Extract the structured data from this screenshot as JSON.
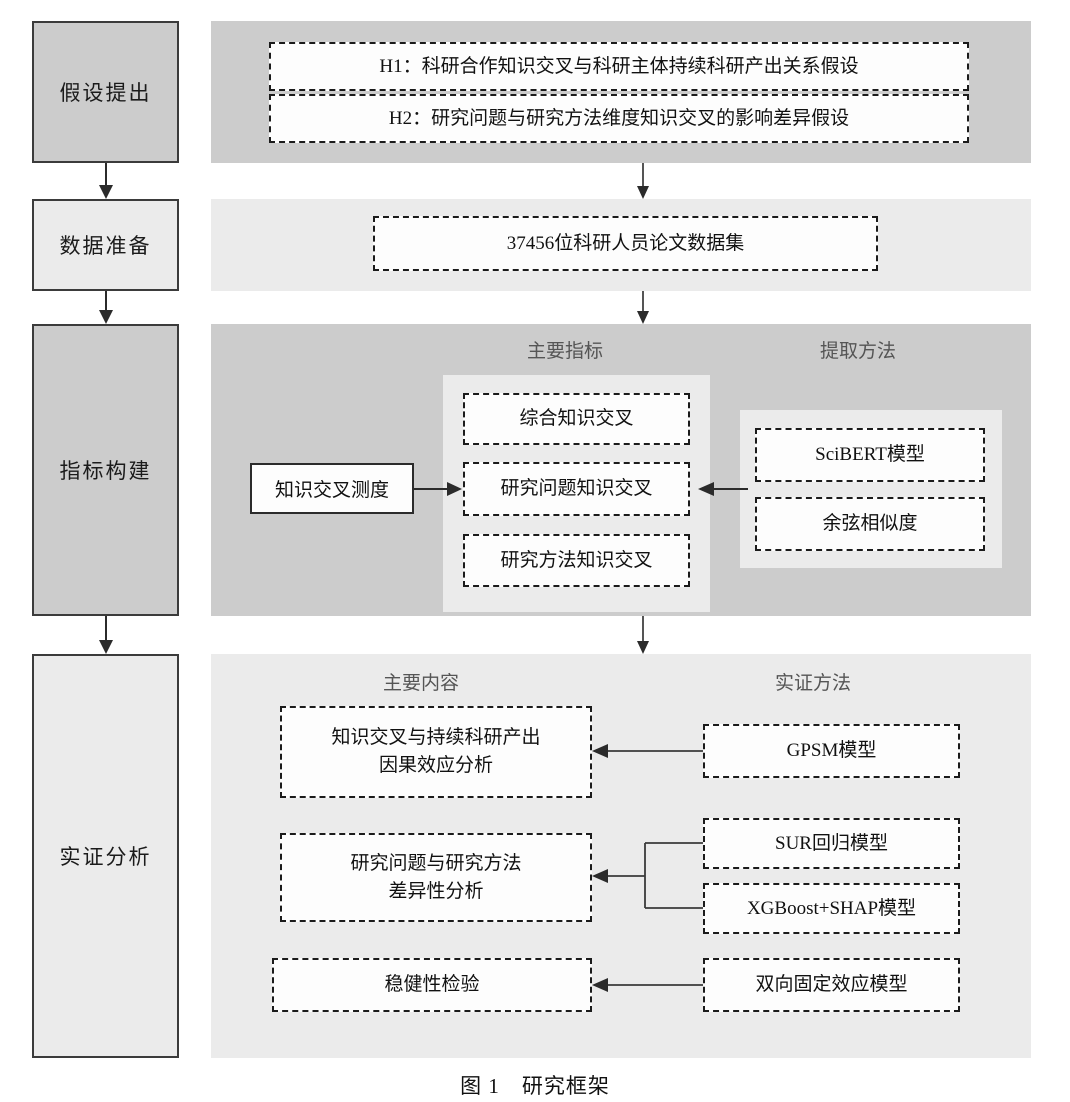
{
  "figure": {
    "caption": "图 1　研究框架"
  },
  "stages": [
    {
      "label": "假设提出"
    },
    {
      "label": "数据准备"
    },
    {
      "label": "指标构建"
    },
    {
      "label": "实证分析"
    }
  ],
  "hypotheses": {
    "items": [
      {
        "label": "H1：科研合作知识交叉与科研主体持续科研产出关系假设"
      },
      {
        "label": "H2：研究问题与研究方法维度知识交叉的影响差异假设"
      }
    ]
  },
  "data_preparation": {
    "dataset": "37456位科研人员论文数据集"
  },
  "indicator_construction": {
    "headers": {
      "main_indicators": "主要指标",
      "extraction_methods": "提取方法"
    },
    "measure_box": "知识交叉测度",
    "indicators": [
      {
        "label": "综合知识交叉"
      },
      {
        "label": "研究问题知识交叉"
      },
      {
        "label": "研究方法知识交叉"
      }
    ],
    "methods": [
      {
        "label": "SciBERT模型"
      },
      {
        "label": "余弦相似度"
      }
    ]
  },
  "empirical_analysis": {
    "headers": {
      "main_content": "主要内容",
      "empirical_methods": "实证方法"
    },
    "contents": [
      {
        "line1": "知识交叉与持续科研产出",
        "line2": "因果效应分析"
      },
      {
        "line1": "研究问题与研究方法",
        "line2": "差异性分析"
      },
      {
        "line1": "稳健性检验",
        "line2": ""
      }
    ],
    "methods": [
      {
        "label": "GPSM模型"
      },
      {
        "label": "SUR回归模型"
      },
      {
        "label": "XGBoost+SHAP模型"
      },
      {
        "label": "双向固定效应模型"
      }
    ]
  },
  "colors": {
    "panel_dark": "#cccccc",
    "panel_light": "#ebebeb",
    "box_border": "#1b1b1b",
    "stage_border": "#3b3b3b",
    "header_text": "#555555"
  }
}
